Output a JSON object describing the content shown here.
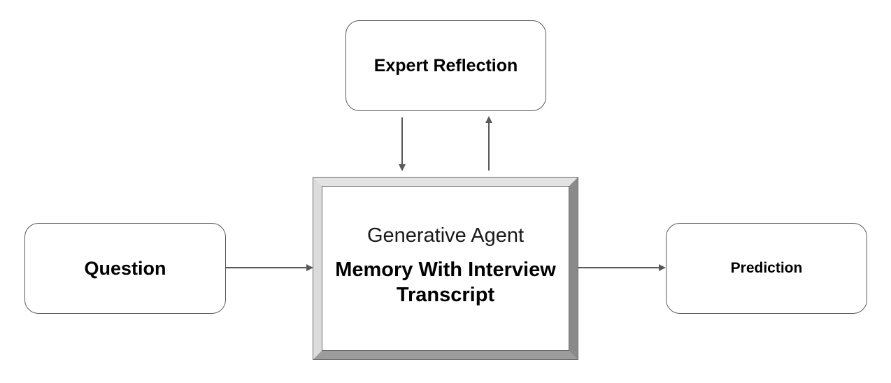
{
  "nodes": {
    "expert_reflection": {
      "label": "Expert Reflection"
    },
    "question": {
      "label": "Question"
    },
    "prediction": {
      "label": "Prediction"
    },
    "generative_agent": {
      "title": "Generative Agent",
      "memory": "Memory With Interview Transcript"
    }
  },
  "colors": {
    "stroke": "#595959",
    "arrow": "#595959",
    "bevel_dark": "#8a8a8a",
    "bevel_light": "#e3e3e3"
  },
  "edges": [
    {
      "from": "question",
      "to": "generative_agent"
    },
    {
      "from": "generative_agent",
      "to": "prediction"
    },
    {
      "from": "expert_reflection",
      "to": "generative_agent"
    },
    {
      "from": "generative_agent",
      "to": "expert_reflection"
    }
  ]
}
